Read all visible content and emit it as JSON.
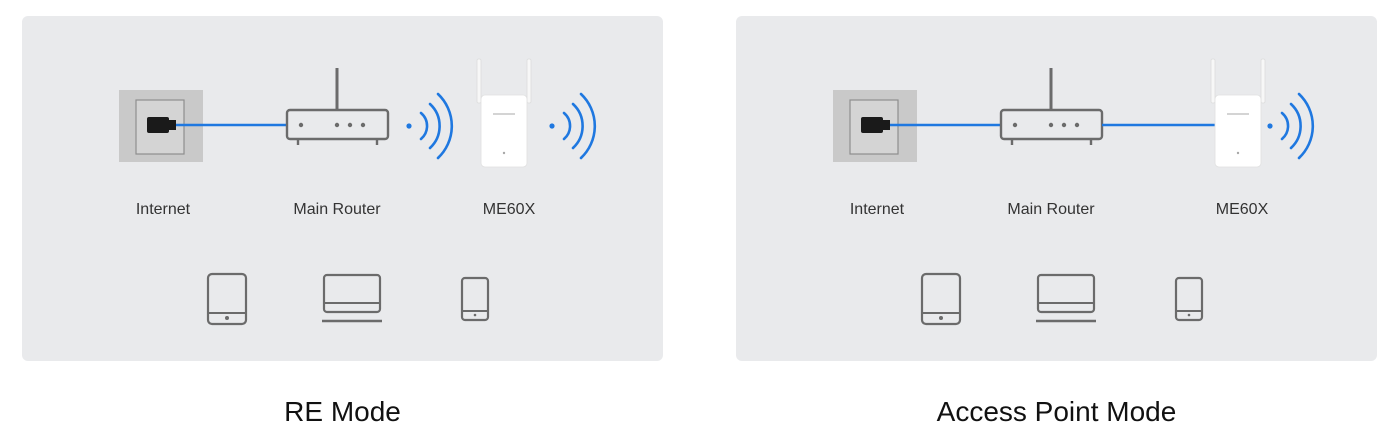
{
  "colors": {
    "panel_background": "#e9eaec",
    "link_color": "#1f78e0",
    "device_outline": "#6b6b6b",
    "outlet_background": "#c9c9c9"
  },
  "diagrams": [
    {
      "mode_title": "RE Mode",
      "nodes": {
        "internet": "Internet",
        "main_router": "Main Router",
        "extender": "ME60X"
      },
      "connection_main_router_to_extender": "wireless",
      "extender_output": "wireless",
      "client_device_icons": [
        "tablet-icon",
        "laptop-icon",
        "smartphone-icon"
      ]
    },
    {
      "mode_title": "Access Point Mode",
      "nodes": {
        "internet": "Internet",
        "main_router": "Main Router",
        "extender": "ME60X"
      },
      "connection_main_router_to_extender": "ethernet",
      "extender_output": "wireless",
      "client_device_icons": [
        "tablet-icon",
        "laptop-icon",
        "smartphone-icon"
      ]
    }
  ]
}
